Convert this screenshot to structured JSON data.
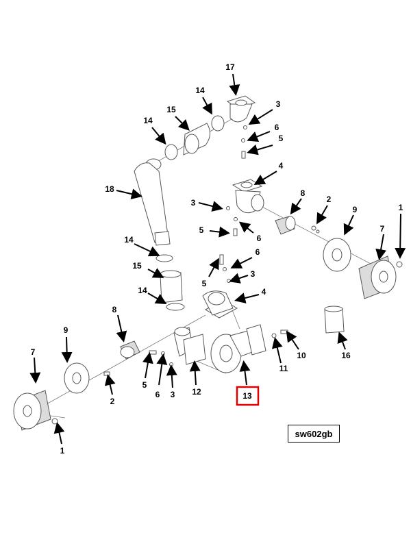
{
  "diagram": {
    "drawing_code": "sw602gb",
    "highlight_color": "#e00000",
    "highlighted_callout": "13",
    "callouts": [
      {
        "id": "c17",
        "label": "17"
      },
      {
        "id": "c14a",
        "label": "14"
      },
      {
        "id": "c3a",
        "label": "3"
      },
      {
        "id": "c15a",
        "label": "15"
      },
      {
        "id": "c14b",
        "label": "14"
      },
      {
        "id": "c6a",
        "label": "6"
      },
      {
        "id": "c5a",
        "label": "5"
      },
      {
        "id": "c4a",
        "label": "4"
      },
      {
        "id": "c18",
        "label": "18"
      },
      {
        "id": "c3b",
        "label": "3"
      },
      {
        "id": "c8a",
        "label": "8"
      },
      {
        "id": "c2a",
        "label": "2"
      },
      {
        "id": "c9a",
        "label": "9"
      },
      {
        "id": "c1a",
        "label": "1"
      },
      {
        "id": "c5b",
        "label": "5"
      },
      {
        "id": "c6b",
        "label": "6"
      },
      {
        "id": "c7a",
        "label": "7"
      },
      {
        "id": "c14c",
        "label": "14"
      },
      {
        "id": "c6c",
        "label": "6"
      },
      {
        "id": "c15b",
        "label": "15"
      },
      {
        "id": "c5c",
        "label": "5"
      },
      {
        "id": "c3c",
        "label": "3"
      },
      {
        "id": "c14d",
        "label": "14"
      },
      {
        "id": "c4b",
        "label": "4"
      },
      {
        "id": "c8b",
        "label": "8"
      },
      {
        "id": "c9b",
        "label": "9"
      },
      {
        "id": "c7b",
        "label": "7"
      },
      {
        "id": "c10",
        "label": "10"
      },
      {
        "id": "c16",
        "label": "16"
      },
      {
        "id": "c11",
        "label": "11"
      },
      {
        "id": "c5d",
        "label": "5"
      },
      {
        "id": "c6d",
        "label": "6"
      },
      {
        "id": "c3d",
        "label": "3"
      },
      {
        "id": "c12",
        "label": "12"
      },
      {
        "id": "c13",
        "label": "13"
      },
      {
        "id": "c2b",
        "label": "2"
      },
      {
        "id": "c1b",
        "label": "1"
      }
    ]
  }
}
